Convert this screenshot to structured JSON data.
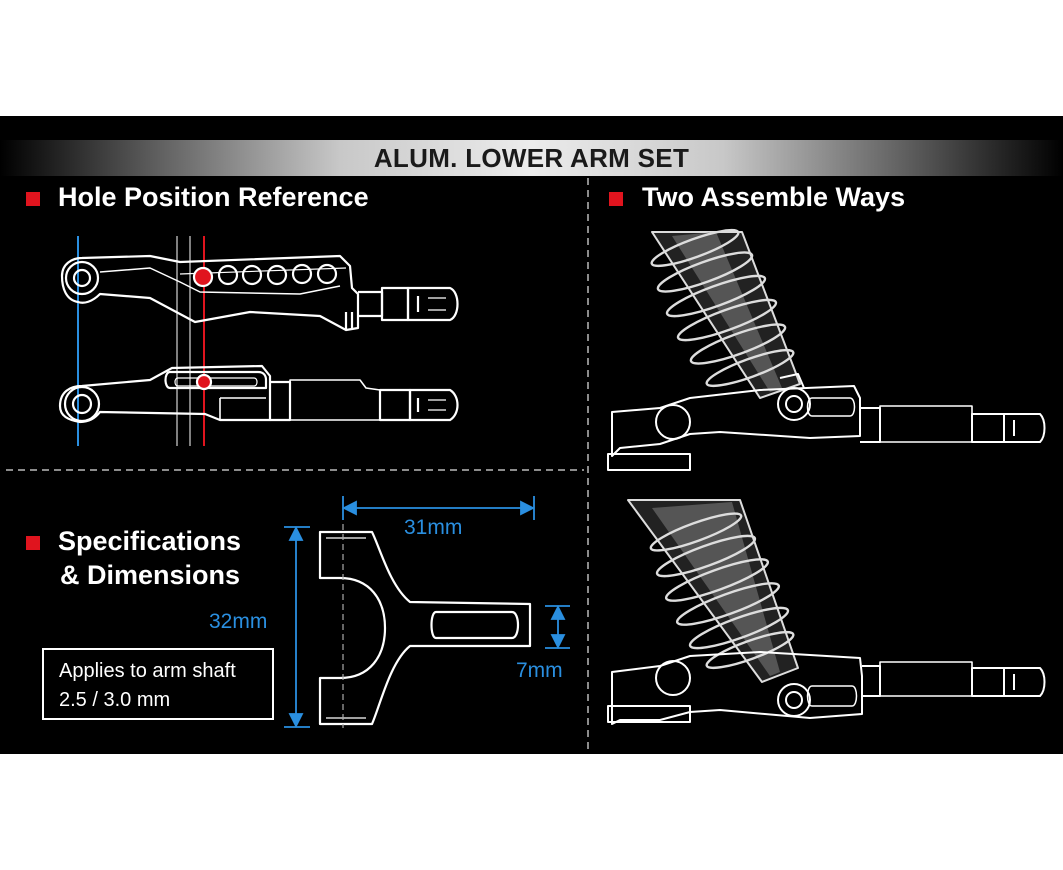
{
  "title": "ALUM. LOWER ARM SET",
  "sections": {
    "hole_position": "Hole Position Reference",
    "assemble_ways": "Two Assemble Ways",
    "specifications_line1": "Specifications",
    "specifications_line2": "& Dimensions"
  },
  "note": {
    "line1": "Applies to arm shaft",
    "line2": "2.5 / 3.0 mm"
  },
  "dimensions": {
    "width": "31mm",
    "height": "32mm",
    "slot": "7mm"
  },
  "colors": {
    "accent_red": "#e0141e",
    "dimension_blue": "#2a8fe0",
    "background": "#000000"
  },
  "icons": [
    "square-bullet-icon",
    "lower-arm-drawing",
    "shock-absorber-drawing",
    "dimension-arrow"
  ]
}
